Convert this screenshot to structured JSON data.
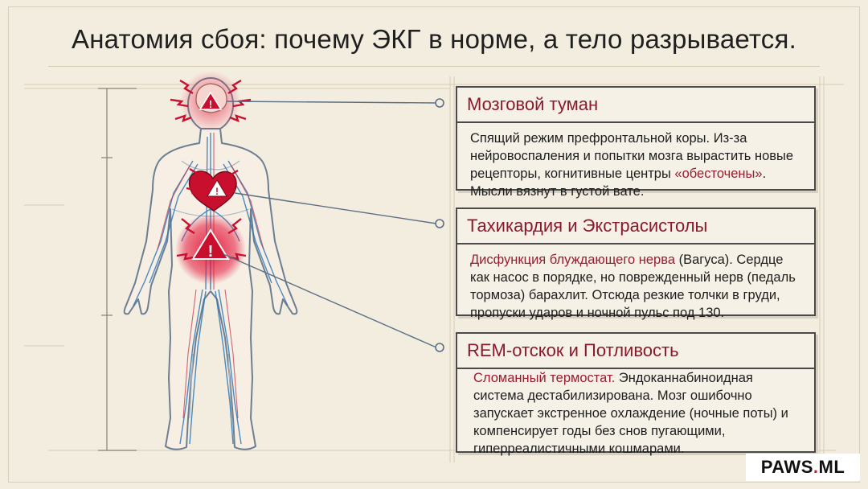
{
  "title": "Анатомия сбоя: почему ЭКГ в норме, а тело разрывается.",
  "cards": [
    {
      "heading": "Мозговой туман",
      "body_plain": "Спящий режим префронтальной коры. Из-за нейровоспаления и попытки мозга вырастить новые рецепторы, когнитивные центры ",
      "highlight": "«обесточены»",
      "body_after": ". Мысли вязнут в густой вате."
    },
    {
      "heading": "Тахикардия и Экстрасистолы",
      "highlight": "Дисфункция блуждающего нерва",
      "body_after": " (Вагуса). Сердце как насос в порядке, но поврежденный нерв (педаль тормоза) барахлит. Отсюда резкие толчки в груди, пропуски ударов и ночной пульс под 130."
    },
    {
      "heading": "REM-отскок и Потливость",
      "highlight": "Сломанный термостат.",
      "body_after": " Эндоканнабиноидная система дестабилизирована. Мозг ошибочно запускает экстренное охлаждение (ночные поты) и компенсирует годы без снов пугающими, гиперреалистичными кошмарами."
    }
  ],
  "logo": {
    "name": "PAWS",
    "dot": ".",
    "suffix": "ML"
  },
  "colors": {
    "accent": "#8a1a2b",
    "alert": "#c8102e",
    "background": "#f3ede0",
    "vessel": "#2f78b7"
  },
  "icons": [
    "warning-icon",
    "heart-icon",
    "lightning-icon"
  ]
}
